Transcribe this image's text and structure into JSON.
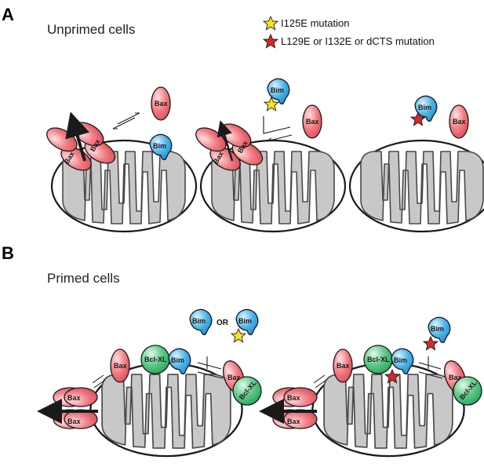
{
  "panels": {
    "a": {
      "letter": "A",
      "title": "Unprimed cells"
    },
    "b": {
      "letter": "B",
      "title": "Primed cells"
    }
  },
  "legend": {
    "yellow_star": "I125E mutation",
    "red_star": "L129E or I132E or dCTS mutation"
  },
  "labels": {
    "bax": "Bax",
    "bim": "Bim",
    "bclxl": "Bcl-XL",
    "bclxl_short": "Bcl-XL",
    "or": "OR"
  },
  "colors": {
    "bax_fill": "#f07a80",
    "bim_fill": "#3aa8e0",
    "bclxl_fill": "#4fc07a",
    "mito_fill": "#c7c7c7",
    "yellow_star": "#f6e61e",
    "red_star": "#d8262c"
  }
}
